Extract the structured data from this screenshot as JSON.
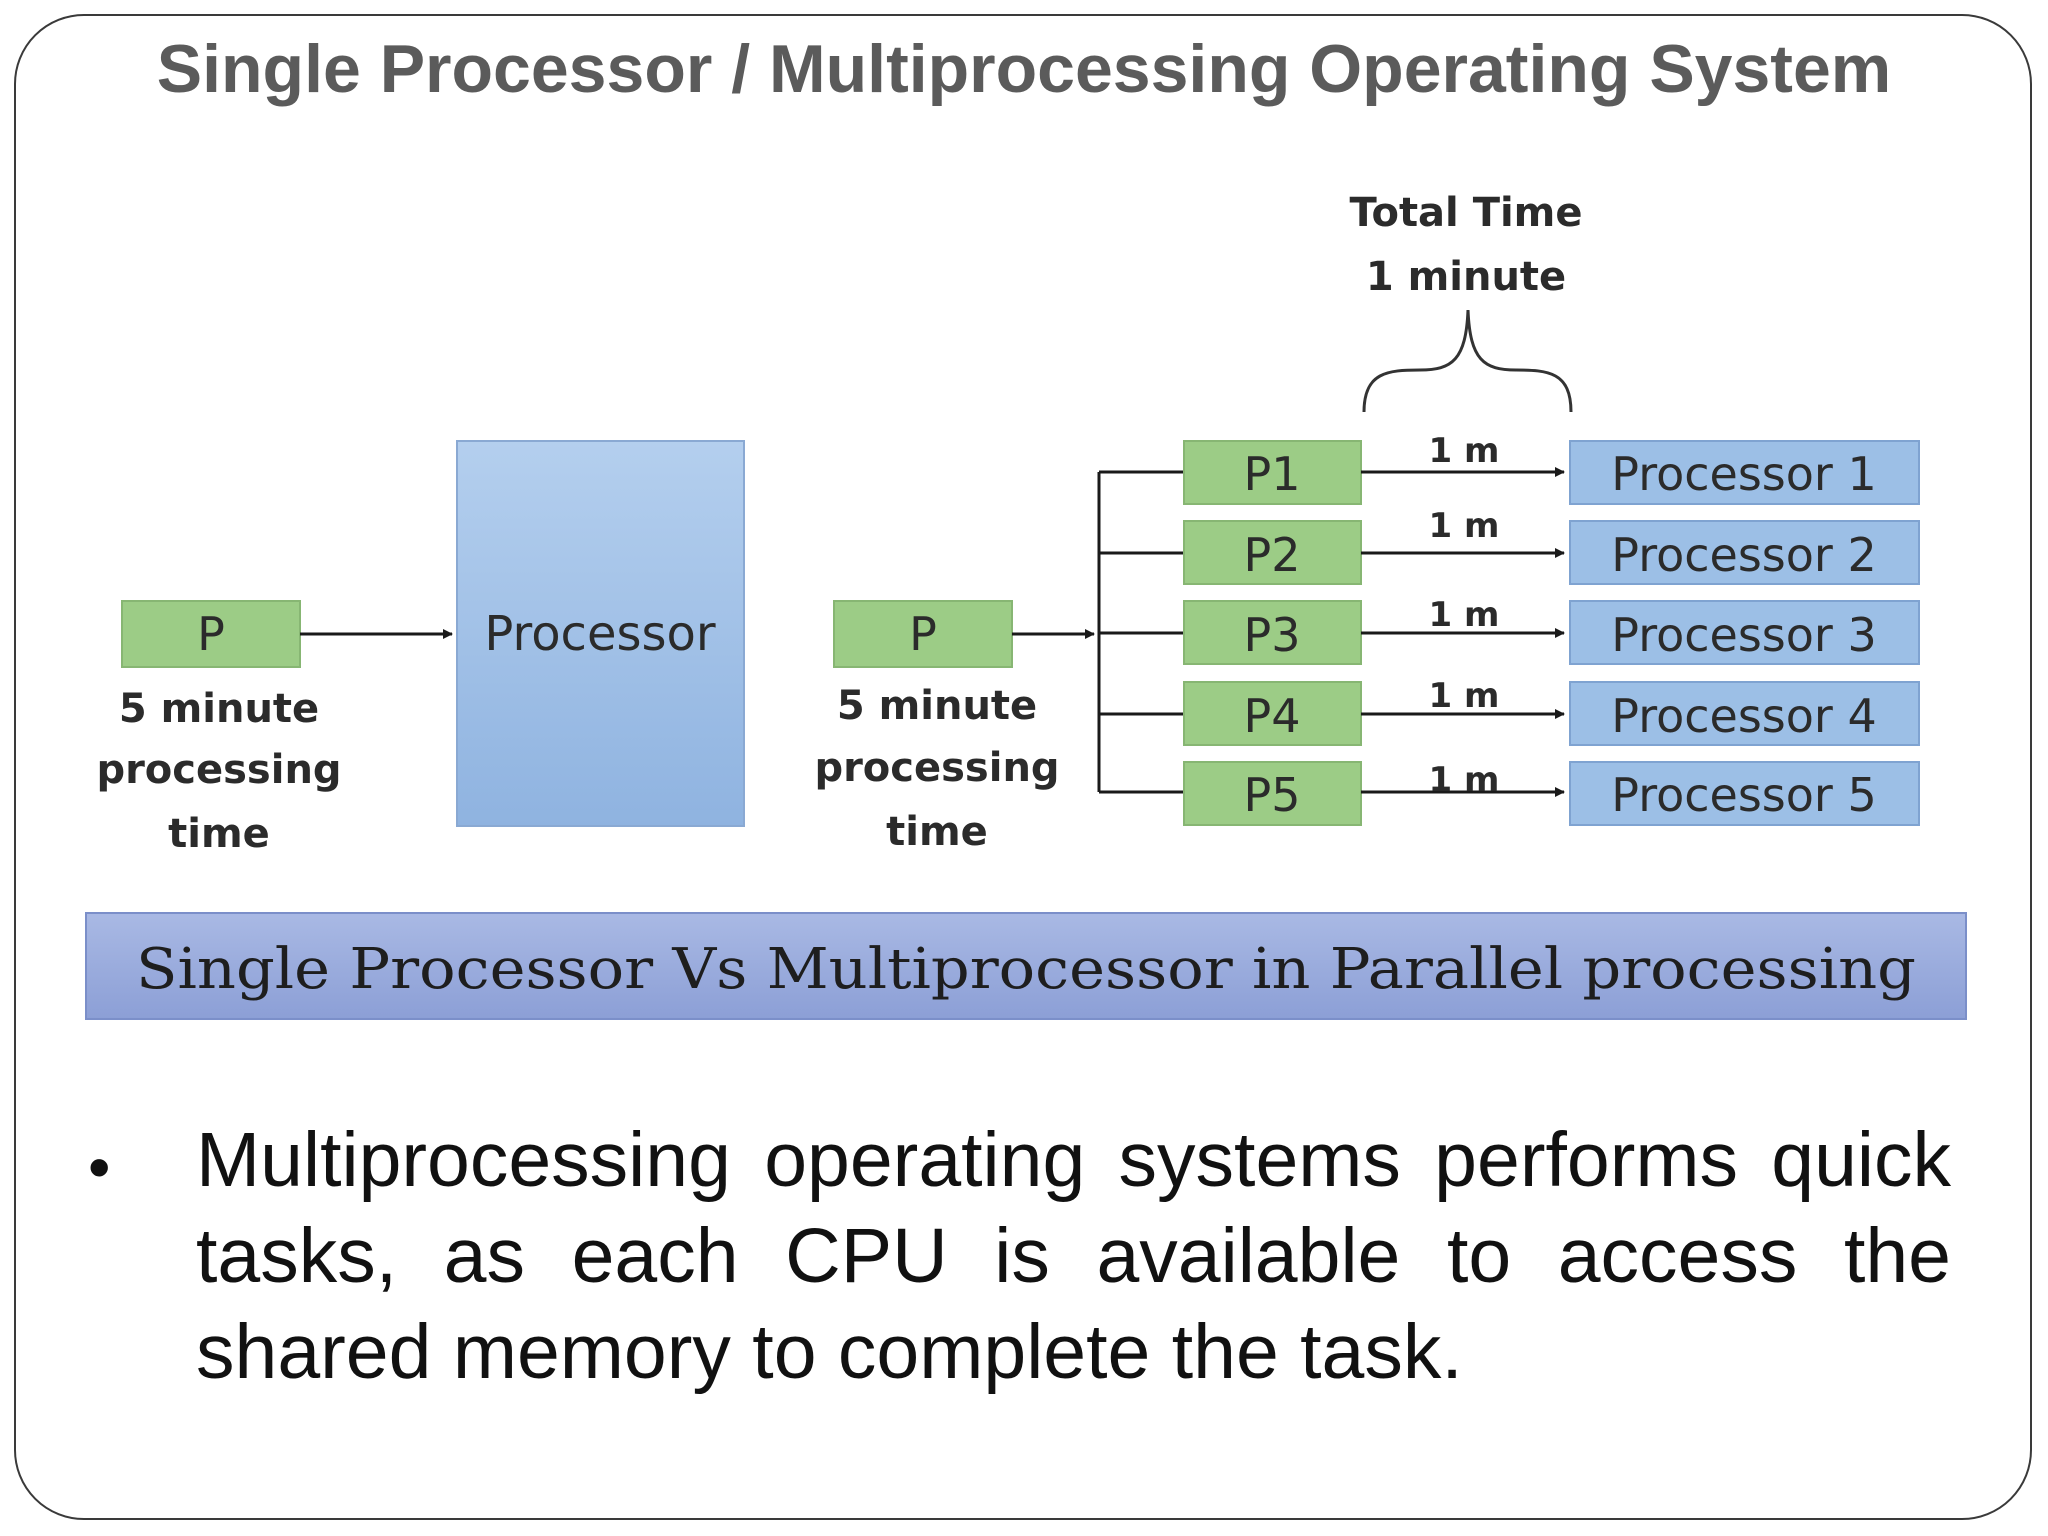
{
  "slide": {
    "title": "Single Processor / Multiprocessing Operating System",
    "bullet": "Multiprocessing operating systems performs quick tasks, as each CPU is available to access the shared memory to complete the task."
  },
  "diagram": {
    "single": {
      "process_label": "P",
      "processor_label": "Processor",
      "time_lines": [
        "5 minute",
        "processing",
        "time"
      ]
    },
    "multi": {
      "process_label": "P",
      "time_lines": [
        "5 minute",
        "processing",
        "time"
      ],
      "total_time_lines": [
        "Total Time",
        "1 minute"
      ],
      "tasks": [
        {
          "label": "P1",
          "time": "1 m",
          "processor": "Processor 1"
        },
        {
          "label": "P2",
          "time": "1 m",
          "processor": "Processor 2"
        },
        {
          "label": "P3",
          "time": "1 m",
          "processor": "Processor 3"
        },
        {
          "label": "P4",
          "time": "1 m",
          "processor": "Processor 4"
        },
        {
          "label": "P5",
          "time": "1 m",
          "processor": "Processor 5"
        }
      ]
    },
    "caption": "Single Processor Vs Multiprocessor in Parallel processing"
  },
  "colors": {
    "task_fill": "#9ccc86",
    "processor_fill": "#9cbfe6",
    "caption_fill": "#97a9dc",
    "title": "#5b5b5b"
  }
}
